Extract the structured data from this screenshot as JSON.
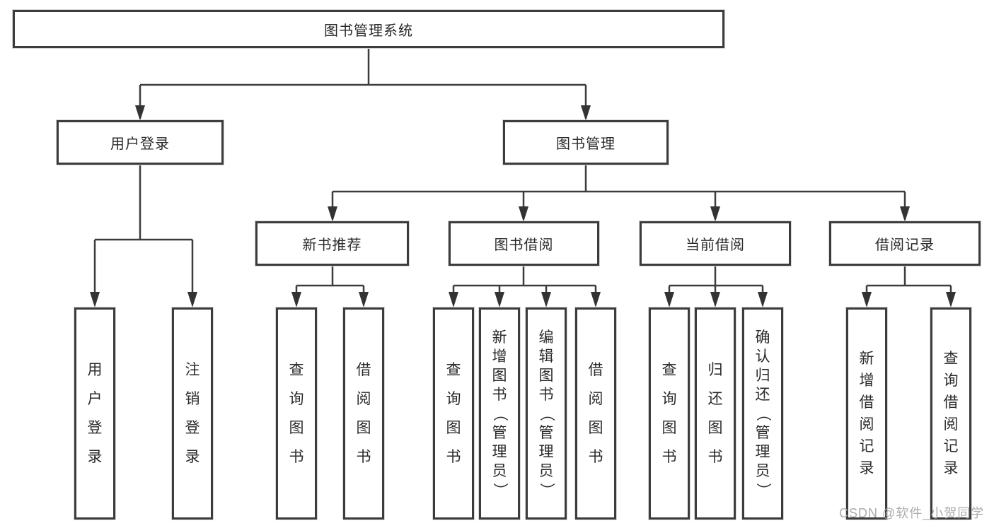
{
  "colors": {
    "line": "#3c3c3c",
    "box_border": "#3c3c3c",
    "text": "#2a2a2a",
    "watermark": "#a8a8a8",
    "background": "#ffffff"
  },
  "watermark": {
    "text": "CSDN @软件_小贺同学"
  },
  "diagram": {
    "root": {
      "label": "图书管理系统"
    },
    "branches": [
      {
        "label": "用户登录",
        "children": [
          {
            "label": "用户登录"
          },
          {
            "label": "注销登录"
          }
        ]
      },
      {
        "label": "图书管理",
        "children": [
          {
            "label": "新书推荐",
            "children": [
              {
                "label": "查询图书"
              },
              {
                "label": "借阅图书"
              }
            ]
          },
          {
            "label": "图书借阅",
            "children": [
              {
                "label": "查询图书"
              },
              {
                "label": "新增图书（管理员）"
              },
              {
                "label": "编辑图书（管理员）"
              },
              {
                "label": "借阅图书"
              }
            ]
          },
          {
            "label": "当前借阅",
            "children": [
              {
                "label": "查询图书"
              },
              {
                "label": "归还图书"
              },
              {
                "label": "确认归还（管理员）"
              }
            ]
          },
          {
            "label": "借阅记录",
            "children": [
              {
                "label": "新增借阅记录"
              },
              {
                "label": "查询借阅记录"
              }
            ]
          }
        ]
      }
    ]
  }
}
